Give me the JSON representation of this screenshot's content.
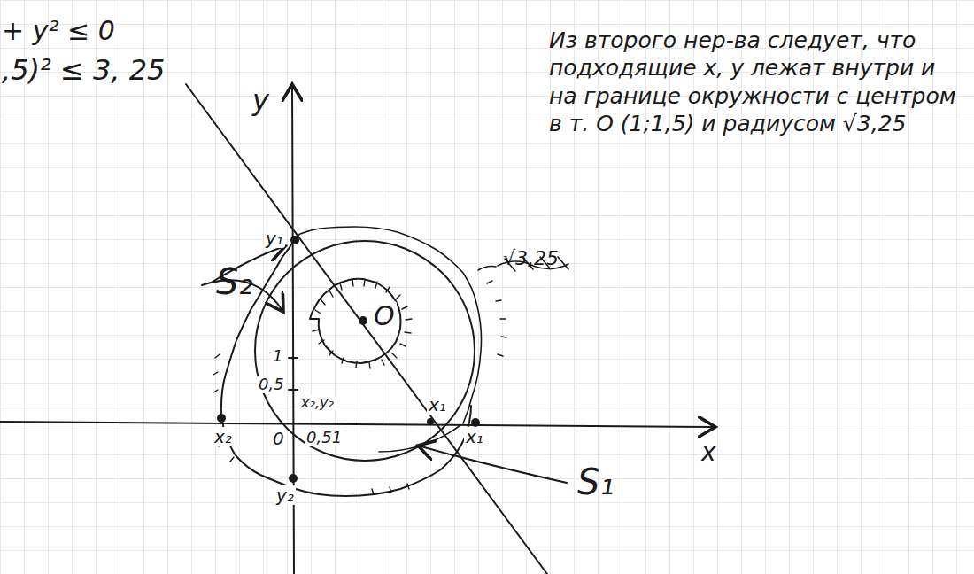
{
  "diagram": {
    "labels": [
      "+ y² ≤ 0",
      ",5)² ≤ 3, 25",
      "y",
      "x",
      "O",
      "S₂",
      "S₁",
      "y₁",
      "y₂",
      "x₁",
      "x₁",
      "x₂",
      "x₂,y₂",
      "0",
      "0,5",
      "1",
      "0,51",
      "√3,25",
      "Из второго нер-ва следует, что подходящие x, y лежат внутри и на границе окружности с центром в т. O (1;1,5) и радиусом √3,25"
    ]
  }
}
